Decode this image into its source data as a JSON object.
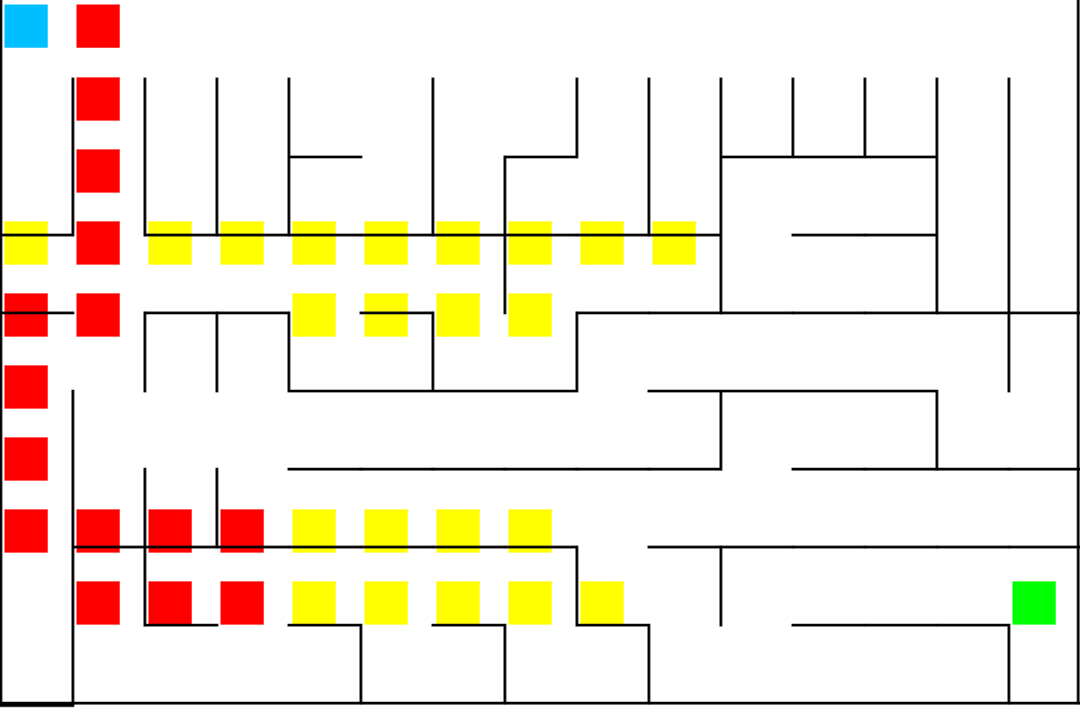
{
  "maze": {
    "grid_columns": 15,
    "grid_rows": 9,
    "colors": {
      "background": "#ffffff",
      "wall": "#000000",
      "start": "#00bfff",
      "goal": "#00ff00",
      "path": "#ff0000",
      "explored": "#ffff00"
    },
    "start_cell": {
      "col": 0,
      "row": 0
    },
    "goal_cell": {
      "col": 14,
      "row": 8
    },
    "path_cells": [
      [
        1,
        0
      ],
      [
        1,
        1
      ],
      [
        1,
        2
      ],
      [
        1,
        3
      ],
      [
        1,
        4
      ],
      [
        0,
        4
      ],
      [
        0,
        5
      ],
      [
        0,
        6
      ],
      [
        0,
        7
      ],
      [
        1,
        7
      ],
      [
        2,
        7
      ],
      [
        3,
        7
      ],
      [
        1,
        8
      ],
      [
        2,
        8
      ],
      [
        3,
        8
      ]
    ],
    "explored_cells": [
      [
        0,
        3
      ],
      [
        2,
        3
      ],
      [
        3,
        3
      ],
      [
        4,
        3
      ],
      [
        5,
        3
      ],
      [
        6,
        3
      ],
      [
        7,
        3
      ],
      [
        8,
        3
      ],
      [
        9,
        3
      ],
      [
        4,
        4
      ],
      [
        5,
        4
      ],
      [
        6,
        4
      ],
      [
        7,
        4
      ],
      [
        4,
        7
      ],
      [
        5,
        7
      ],
      [
        6,
        7
      ],
      [
        7,
        7
      ],
      [
        4,
        8
      ],
      [
        5,
        8
      ],
      [
        6,
        8
      ],
      [
        7,
        8
      ],
      [
        8,
        8
      ]
    ],
    "horizontal_walls": [
      [
        0,
        1,
        15,
        0
      ],
      [
        4,
        5,
        2
      ],
      [
        7,
        8,
        2
      ],
      [
        10,
        11,
        2
      ],
      [
        11,
        12,
        2
      ],
      [
        12,
        13,
        2
      ],
      [
        0,
        1,
        3
      ],
      [
        2,
        3,
        3
      ],
      [
        3,
        4,
        3
      ],
      [
        4,
        5,
        3
      ],
      [
        5,
        6,
        3
      ],
      [
        6,
        7,
        3
      ],
      [
        7,
        8,
        3
      ],
      [
        8,
        9,
        3
      ],
      [
        9,
        10,
        3
      ],
      [
        11,
        12,
        3
      ],
      [
        12,
        13,
        3
      ],
      [
        0,
        1,
        4
      ],
      [
        2,
        3,
        4
      ],
      [
        3,
        4,
        4
      ],
      [
        5,
        6,
        4
      ],
      [
        8,
        9,
        4
      ],
      [
        9,
        10,
        4
      ],
      [
        10,
        11,
        4
      ],
      [
        11,
        12,
        4
      ],
      [
        12,
        13,
        4
      ],
      [
        13,
        14,
        4
      ],
      [
        14,
        15,
        4
      ],
      [
        4,
        5,
        5
      ],
      [
        5,
        6,
        5
      ],
      [
        6,
        7,
        5
      ],
      [
        7,
        8,
        5
      ],
      [
        9,
        10,
        5
      ],
      [
        10,
        11,
        5
      ],
      [
        11,
        12,
        5
      ],
      [
        12,
        13,
        5
      ],
      [
        4,
        5,
        6
      ],
      [
        5,
        6,
        6
      ],
      [
        6,
        7,
        6
      ],
      [
        7,
        8,
        6
      ],
      [
        8,
        9,
        6
      ],
      [
        9,
        10,
        6
      ],
      [
        11,
        12,
        6
      ],
      [
        12,
        13,
        6
      ],
      [
        13,
        14,
        6
      ],
      [
        14,
        15,
        6
      ],
      [
        1,
        2,
        7
      ],
      [
        2,
        3,
        7
      ],
      [
        3,
        4,
        7
      ],
      [
        4,
        5,
        7
      ],
      [
        5,
        6,
        7
      ],
      [
        6,
        7,
        7
      ],
      [
        7,
        8,
        7
      ],
      [
        9,
        10,
        7
      ],
      [
        10,
        11,
        7
      ],
      [
        11,
        12,
        7
      ],
      [
        12,
        13,
        7
      ],
      [
        13,
        14,
        7
      ],
      [
        14,
        15,
        7
      ],
      [
        2,
        3,
        8
      ],
      [
        4,
        5,
        8
      ],
      [
        6,
        7,
        8
      ],
      [
        8,
        9,
        8
      ],
      [
        11,
        12,
        8
      ],
      [
        12,
        13,
        8
      ],
      [
        13,
        14,
        8
      ],
      [
        0,
        15,
        9
      ]
    ],
    "vertical_walls": [
      [
        0,
        0,
        9
      ],
      [
        15,
        0,
        9
      ],
      [
        1,
        1,
        3
      ],
      [
        2,
        1,
        3
      ],
      [
        3,
        1,
        3
      ],
      [
        4,
        1,
        3
      ],
      [
        6,
        1,
        3
      ],
      [
        8,
        1,
        2
      ],
      [
        9,
        1,
        3
      ],
      [
        10,
        1,
        4
      ],
      [
        11,
        1,
        2
      ],
      [
        12,
        1,
        2
      ],
      [
        13,
        1,
        4
      ],
      [
        14,
        1,
        5
      ],
      [
        7,
        2,
        4
      ],
      [
        2,
        4,
        5
      ],
      [
        3,
        4,
        5
      ],
      [
        4,
        4,
        5
      ],
      [
        6,
        4,
        5
      ],
      [
        8,
        4,
        5
      ],
      [
        1,
        5,
        9
      ],
      [
        10,
        5,
        6
      ],
      [
        13,
        5,
        6
      ],
      [
        2,
        6,
        7
      ],
      [
        3,
        6,
        7
      ],
      [
        2,
        7,
        8
      ],
      [
        8,
        7,
        8
      ],
      [
        10,
        7,
        8
      ],
      [
        5,
        8,
        9
      ],
      [
        7,
        8,
        9
      ],
      [
        9,
        8,
        9
      ],
      [
        14,
        8,
        9
      ]
    ]
  }
}
